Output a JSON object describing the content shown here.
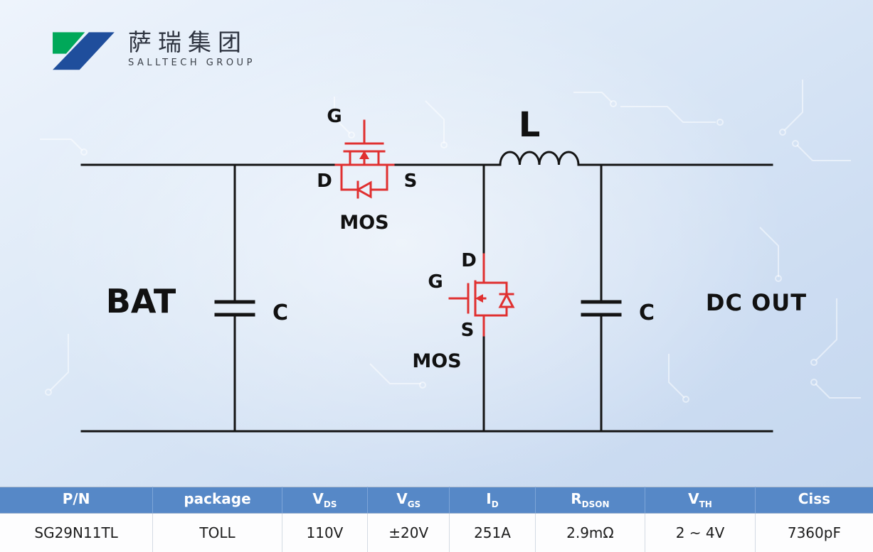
{
  "colors": {
    "wire_black": "#141414",
    "mosfet_red": "#e03030",
    "table_header_blue": "#5688c7",
    "logo_green": "#00a859",
    "logo_blue": "#1f4e9c",
    "background_blue": "#cdddf2"
  },
  "logo": {
    "cn_name": "萨瑞集团",
    "en_name": "SALLTECH GROUP"
  },
  "circuit": {
    "bat_label": "BAT",
    "dc_out_label": "DC OUT",
    "inductor_label": "L",
    "cap_left_label": "C",
    "cap_right_label": "C",
    "mos_top": {
      "name": "MOS",
      "gate": "G",
      "drain": "D",
      "source": "S"
    },
    "mos_bottom": {
      "name": "MOS",
      "gate": "G",
      "drain": "D",
      "source": "S"
    }
  },
  "table": {
    "headers": [
      {
        "main": "P/N",
        "sub": ""
      },
      {
        "main": "package",
        "sub": ""
      },
      {
        "main": "V",
        "sub": "DS"
      },
      {
        "main": "V",
        "sub": "GS"
      },
      {
        "main": "I",
        "sub": "D"
      },
      {
        "main": "R",
        "sub": "DSON"
      },
      {
        "main": "V",
        "sub": "TH"
      },
      {
        "main": "Ciss",
        "sub": ""
      }
    ],
    "row": [
      "SG29N11TL",
      "TOLL",
      "110V",
      "±20V",
      "251A",
      "2.9mΩ",
      "2 ~ 4V",
      "7360pF"
    ]
  }
}
